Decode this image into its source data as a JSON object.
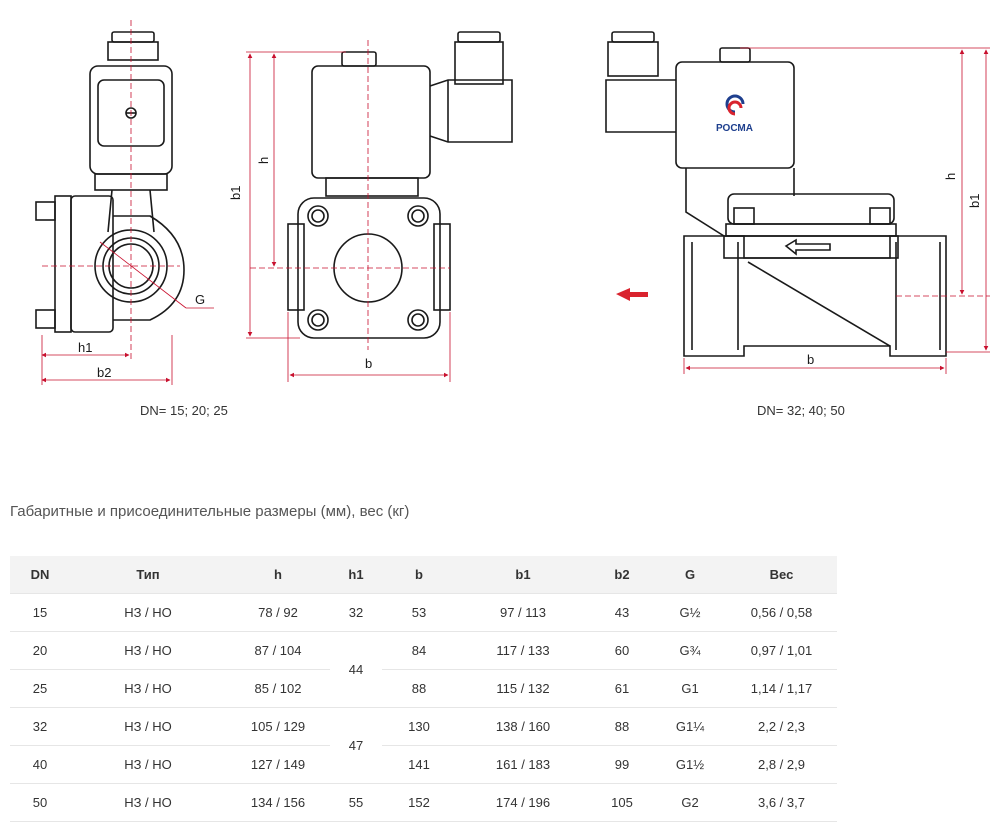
{
  "captions": {
    "left": "DN= 15; 20; 25",
    "right": "DN= 32; 40; 50"
  },
  "dims": {
    "h": "h",
    "h1": "h1",
    "b": "b",
    "b1": "b1",
    "b2": "b2",
    "G": "G"
  },
  "logo": {
    "text": "РОСМА"
  },
  "colors": {
    "arrow": "#d9232e",
    "logo_blue": "#1e3f8e",
    "logo_red": "#d9232e",
    "line": "#1a1a1a",
    "dim": "#c8102e"
  },
  "table": {
    "title": "Габаритные и присоединительные размеры (мм), вес (кг)",
    "headers": [
      "DN",
      "Тип",
      "h",
      "h1",
      "b",
      "b1",
      "b2",
      "G",
      "Вес"
    ],
    "rows": [
      {
        "dn": "15",
        "type": "НЗ / НО",
        "h": "78 / 92",
        "h1": "32",
        "b": "53",
        "b1": "97 / 113",
        "b2": "43",
        "g": "G½",
        "weight": "0,56 / 0,58"
      },
      {
        "dn": "20",
        "type": "НЗ / НО",
        "h": "87 / 104",
        "h1": "44",
        "b": "84",
        "b1": "117 / 133",
        "b2": "60",
        "g": "G¾",
        "weight": "0,97 / 1,01"
      },
      {
        "dn": "25",
        "type": "НЗ / НО",
        "h": "85 / 102",
        "h1": "",
        "b": "88",
        "b1": "115 / 132",
        "b2": "61",
        "g": "G1",
        "weight": "1,14 / 1,17"
      },
      {
        "dn": "32",
        "type": "НЗ / НО",
        "h": "105 / 129",
        "h1": "47",
        "b": "130",
        "b1": "138 / 160",
        "b2": "88",
        "g": "G1¼",
        "weight": "2,2 / 2,3"
      },
      {
        "dn": "40",
        "type": "НЗ / НО",
        "h": "127 / 149",
        "h1": "",
        "b": "141",
        "b1": "161 / 183",
        "b2": "99",
        "g": "G1½",
        "weight": "2,8 / 2,9"
      },
      {
        "dn": "50",
        "type": "НЗ / НО",
        "h": "134 / 156",
        "h1": "55",
        "b": "152",
        "b1": "174 / 196",
        "b2": "105",
        "g": "G2",
        "weight": "3,6 / 3,7"
      }
    ]
  }
}
